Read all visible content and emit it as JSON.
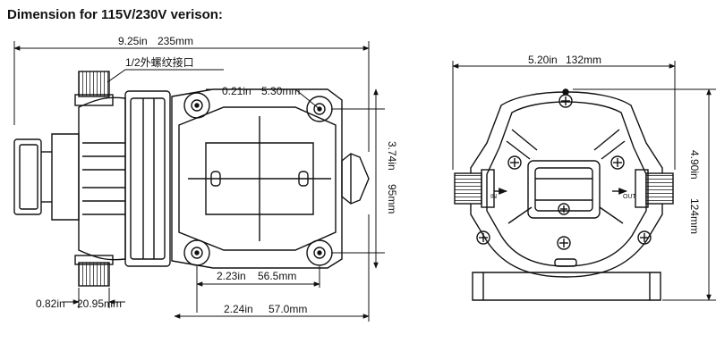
{
  "title": "Dimension for 115V/230V verison:",
  "left_view": {
    "overall_length_in": "9.25in",
    "overall_length_mm": "235mm",
    "port_note": "1/2外螺纹接口",
    "hole_dia_in": "0.21in",
    "hole_dia_mm": "5.30mm",
    "height_in": "3.74in",
    "height_mm": "95mm",
    "hole_spacing_in": "2.23in",
    "hole_spacing_mm": "56.5mm",
    "base_to_end_in": "2.24in",
    "base_to_end_mm": "57.0mm",
    "port_length_in": "0.82in",
    "port_length_mm": "20.95mm"
  },
  "right_view": {
    "width_in": "5.20in",
    "width_mm": "132mm",
    "height_in": "4.90in",
    "height_mm": "124mm",
    "inlet_label": "IN",
    "outlet_label": "OUT"
  }
}
